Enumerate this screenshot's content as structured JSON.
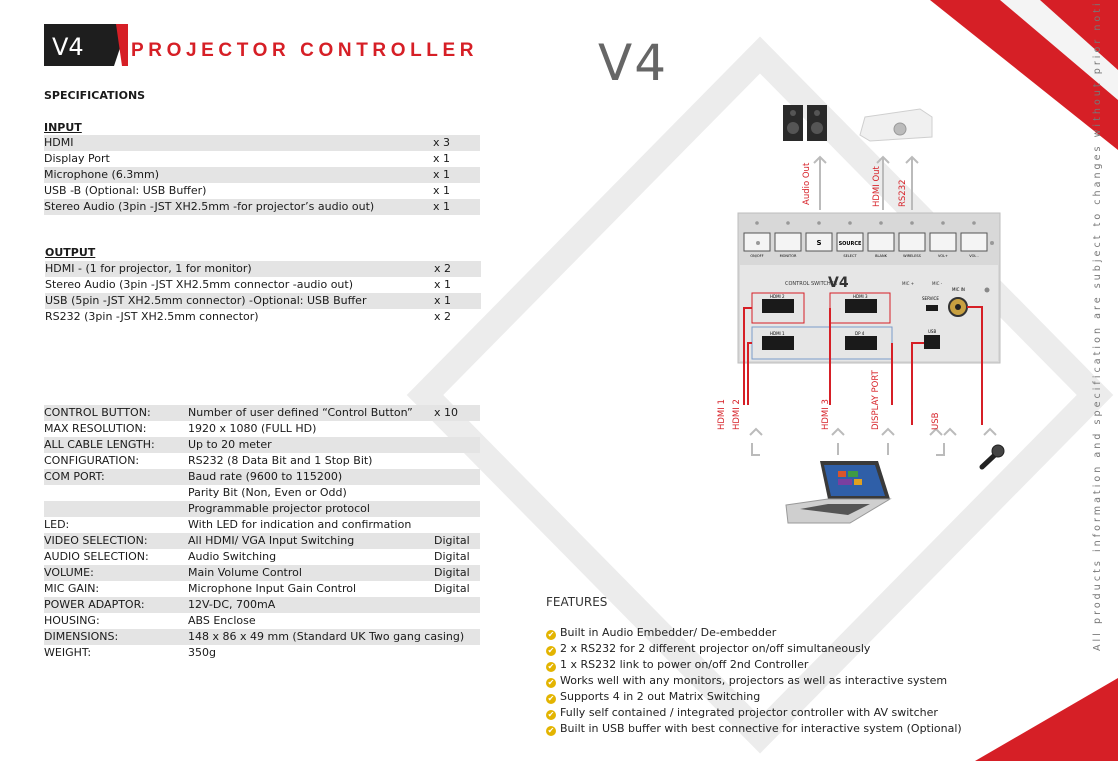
{
  "header": {
    "logo_text": "V4",
    "title": "PROJECTOR CONTROLLER",
    "product_mark": "V4"
  },
  "specifications_title": "SPECIFICATIONS",
  "input": {
    "title": "INPUT",
    "rows": [
      {
        "label": "HDMI",
        "qty": "x 3"
      },
      {
        "label": "Display Port",
        "qty": "x 1"
      },
      {
        "label": "Microphone (6.3mm)",
        "qty": "x 1"
      },
      {
        "label": "USB -B (Optional: USB Buffer)",
        "qty": "x 1"
      },
      {
        "label": "Stereo Audio (3pin -JST XH2.5mm -for projector’s audio out)",
        "qty": "x 1"
      }
    ]
  },
  "output": {
    "title": "OUTPUT",
    "rows": [
      {
        "label": "HDMI - (1 for projector, 1 for monitor)",
        "qty": "x 2"
      },
      {
        "label": "Stereo Audio (3pin -JST XH2.5mm connector -audio out)",
        "qty": "x 1"
      },
      {
        "label": "USB (5pin -JST XH2.5mm connector) -Optional: USB Buffer",
        "qty": "x 1"
      },
      {
        "label": "RS232 (3pin -JST XH2.5mm connector)",
        "qty": "x 2"
      }
    ]
  },
  "details": [
    {
      "label": "CONTROL BUTTON:",
      "value": "Number of user defined “Control Button”",
      "extra": "x 10"
    },
    {
      "label": "MAX RESOLUTION:",
      "value": "1920 x 1080 (FULL HD)",
      "extra": ""
    },
    {
      "label": "ALL CABLE LENGTH:",
      "value": "Up to 20 meter",
      "extra": ""
    },
    {
      "label": "CONFIGURATION:",
      "value": "RS232 (8 Data Bit and 1 Stop Bit)",
      "extra": ""
    },
    {
      "label": "COM PORT:",
      "value": "Baud rate (9600 to 115200)",
      "extra": ""
    },
    {
      "label": "",
      "value": "Parity Bit (Non, Even or Odd)",
      "extra": ""
    },
    {
      "label": "",
      "value": "Programmable projector protocol",
      "extra": ""
    },
    {
      "label": "LED:",
      "value": "With LED for indication and confirmation",
      "extra": ""
    },
    {
      "label": "VIDEO SELECTION:",
      "value": "All HDMI/ VGA Input Switching",
      "extra": "Digital"
    },
    {
      "label": "AUDIO SELECTION:",
      "value": "Audio Switching",
      "extra": "Digital"
    },
    {
      "label": "VOLUME:",
      "value": "Main Volume Control",
      "extra": "Digital"
    },
    {
      "label": "MIC GAIN:",
      "value": "Microphone Input Gain Control",
      "extra": "Digital"
    },
    {
      "label": "POWER ADAPTOR:",
      "value": "12V-DC, 700mA",
      "extra": ""
    },
    {
      "label": "HOUSING:",
      "value": "ABS Enclose",
      "extra": ""
    },
    {
      "label": "DIMENSIONS:",
      "value": "148 x 86 x 49 mm (Standard UK Two gang casing)",
      "extra": ""
    },
    {
      "label": "WEIGHT:",
      "value": "350g",
      "extra": ""
    }
  ],
  "features": {
    "title": "FEATURES",
    "items": [
      "Built in Audio Embedder/ De-embedder",
      "2 x RS232 for 2 different projector on/off simultaneously",
      "1 x RS232 link to power on/off 2nd Controller",
      "Works well with any monitors, projectors as well as interactive system",
      "Supports 4 in 2 out Matrix Switching",
      "Fully self contained / integrated projector controller with AV switcher",
      "Built in USB buffer with best connective for interactive system (Optional)"
    ]
  },
  "side_note": "All products information and specification are subject to changes without prior notice",
  "diagram": {
    "top_labels": {
      "audio_out": "Audio Out",
      "hdmi_out": "HDMI Out",
      "rs232": "RS232"
    },
    "bottom_labels": {
      "hdmi1": "HDMI 1",
      "hdmi2": "HDMI 2",
      "hdmi3": "HDMI 3",
      "display_port": "DISPLAY PORT",
      "usb": "USB"
    },
    "button_labels": [
      "ON/OFF",
      "MONITOR",
      "",
      "SELECT",
      "BLANK",
      "WIRELESS",
      "VOL+",
      "VOL -"
    ],
    "button_glyphs": [
      "",
      "",
      "S",
      "SOURCE",
      "",
      "",
      "",
      ""
    ],
    "device_brand": "CONTROL SWITCHER",
    "device_model": "V4",
    "mic_labels": [
      "MIC +",
      "MIC -"
    ],
    "port_labels": {
      "hdmi2": "HDMI 2",
      "hdmi3": "HDMI 3",
      "hdmi1": "HDMI 1",
      "dp4": "DP 4",
      "service": "SERVICE",
      "mic_in": "MIC IN",
      "usb": "USB"
    }
  },
  "colors": {
    "accent": "#d61f26",
    "label_red": "#d61f26",
    "row_shade": "#e4e4e4",
    "check": "#e3b400"
  }
}
